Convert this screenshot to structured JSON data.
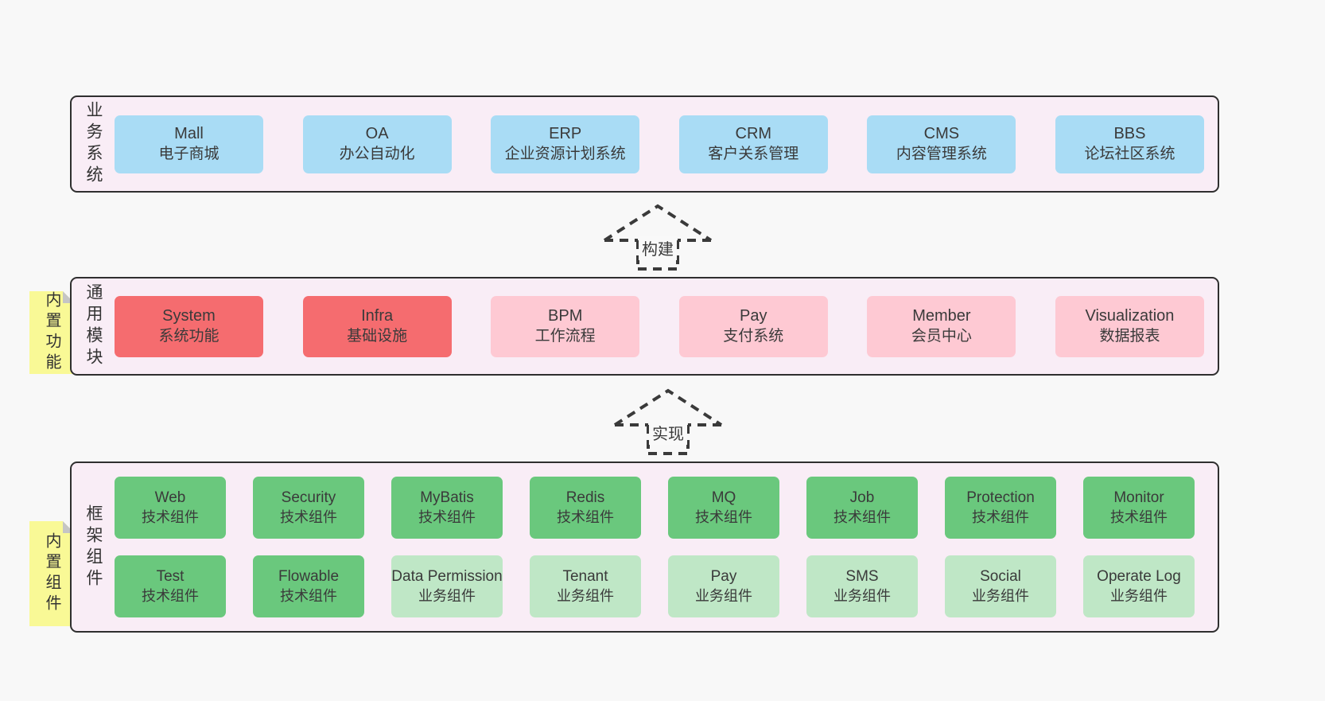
{
  "colors": {
    "page_bg": "#f8f8f8",
    "panel_bg": "#f9edf6",
    "panel_border": "#2f2f2f",
    "blue_box": "#a9dcf5",
    "red_box": "#f56c6f",
    "pink_box": "#fec9d3",
    "green_box": "#6ac87d",
    "light_green_box": "#bfe7c6",
    "sticky_bg": "#f9f996",
    "sticky_fold": "#c5c5c5",
    "text": "#3a3a3a",
    "arrow_stroke": "#3a3a3a"
  },
  "layers": {
    "business": {
      "label": "业务系统",
      "boxes": [
        {
          "name": "Mall",
          "subtitle": "电子商城"
        },
        {
          "name": "OA",
          "subtitle": "办公自动化"
        },
        {
          "name": "ERP",
          "subtitle": "企业资源计划系统"
        },
        {
          "name": "CRM",
          "subtitle": "客户关系管理"
        },
        {
          "name": "CMS",
          "subtitle": "内容管理系统"
        },
        {
          "name": "BBS",
          "subtitle": "论坛社区系统"
        }
      ]
    },
    "modules": {
      "label": "通用模块",
      "sticky": "内置功能",
      "boxes": [
        {
          "name": "System",
          "subtitle": "系统功能",
          "variant": "red"
        },
        {
          "name": "Infra",
          "subtitle": "基础设施",
          "variant": "red"
        },
        {
          "name": "BPM",
          "subtitle": "工作流程",
          "variant": "pink"
        },
        {
          "name": "Pay",
          "subtitle": "支付系统",
          "variant": "pink"
        },
        {
          "name": "Member",
          "subtitle": "会员中心",
          "variant": "pink"
        },
        {
          "name": "Visualization",
          "subtitle": "数据报表",
          "variant": "pink"
        }
      ]
    },
    "framework": {
      "label": "框架组件",
      "sticky": "内置组件",
      "row1": [
        {
          "name": "Web",
          "subtitle": "技术组件",
          "variant": "tech"
        },
        {
          "name": "Security",
          "subtitle": "技术组件",
          "variant": "tech"
        },
        {
          "name": "MyBatis",
          "subtitle": "技术组件",
          "variant": "tech"
        },
        {
          "name": "Redis",
          "subtitle": "技术组件",
          "variant": "tech"
        },
        {
          "name": "MQ",
          "subtitle": "技术组件",
          "variant": "tech"
        },
        {
          "name": "Job",
          "subtitle": "技术组件",
          "variant": "tech"
        },
        {
          "name": "Protection",
          "subtitle": "技术组件",
          "variant": "tech"
        },
        {
          "name": "Monitor",
          "subtitle": "技术组件",
          "variant": "tech"
        }
      ],
      "row2": [
        {
          "name": "Test",
          "subtitle": "技术组件",
          "variant": "tech"
        },
        {
          "name": "Flowable",
          "subtitle": "技术组件",
          "variant": "tech"
        },
        {
          "name": "Data Permission",
          "subtitle": "业务组件",
          "variant": "biz"
        },
        {
          "name": "Tenant",
          "subtitle": "业务组件",
          "variant": "biz"
        },
        {
          "name": "Pay",
          "subtitle": "业务组件",
          "variant": "biz"
        },
        {
          "name": "SMS",
          "subtitle": "业务组件",
          "variant": "biz"
        },
        {
          "name": "Social",
          "subtitle": "业务组件",
          "variant": "biz"
        },
        {
          "name": "Operate Log",
          "subtitle": "业务组件",
          "variant": "biz"
        }
      ]
    }
  },
  "arrows": [
    {
      "label": "构建"
    },
    {
      "label": "实现"
    }
  ]
}
